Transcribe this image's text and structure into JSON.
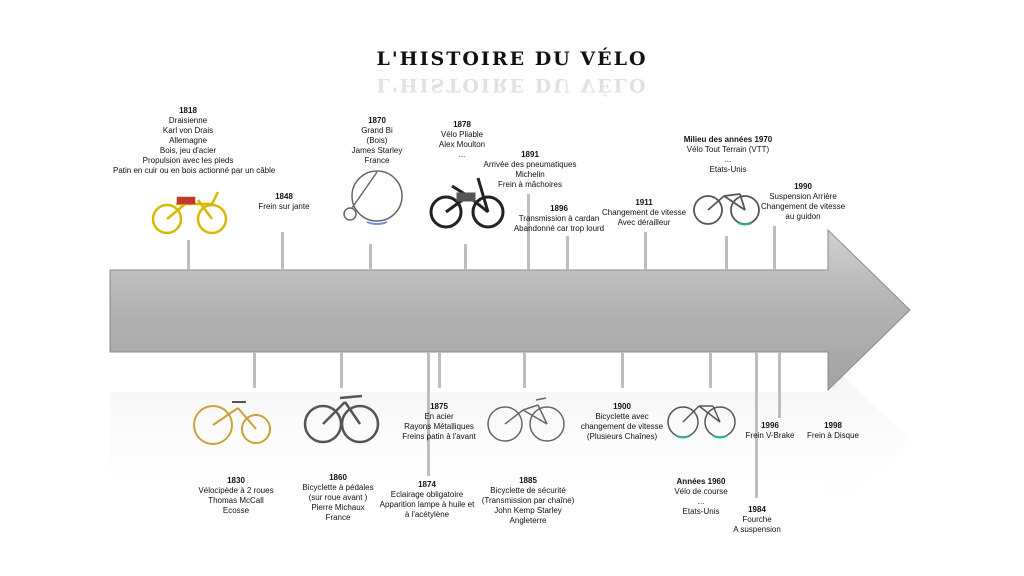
{
  "title": "L'HISTOIRE DU VÉLO",
  "colors": {
    "arrow": "#b4b4b4",
    "arrow_edge": "#8a8a8a",
    "tick": "#bdbdbd"
  },
  "events_top": [
    {
      "id": "e1818",
      "year": "1818",
      "lines": [
        "Draisienne",
        "Karl von Drais",
        "Allemagne",
        "Bois, jeu d'acier",
        "Propulsion avec les pieds",
        "Patin en cuir ou en bois actionné par un câble"
      ]
    },
    {
      "id": "e1848",
      "year": "1848",
      "lines": [
        "Frein sur jante"
      ]
    },
    {
      "id": "e1870",
      "year": "1870",
      "lines": [
        "Grand Bi",
        "(Bois)",
        "James Starley",
        "France"
      ]
    },
    {
      "id": "e1878",
      "year": "1878",
      "lines": [
        "Vélo Pliable",
        "Alex Moulton",
        "..."
      ]
    },
    {
      "id": "e1891",
      "year": "1891",
      "lines": [
        "Arrivée des pneumatiques",
        "Michelin",
        "Frein à mâchoires"
      ]
    },
    {
      "id": "e1896",
      "year": "1896",
      "lines": [
        "Transmission à cardan",
        "Abandonné car trop lourd"
      ]
    },
    {
      "id": "e1911",
      "year": "1911",
      "lines": [
        "Changement de vitesse",
        "Avec dérailleur"
      ]
    },
    {
      "id": "e1970",
      "year": "Milieu des années 1970",
      "lines": [
        "Vélo Tout Terrain (VTT)",
        "...",
        "Etats-Unis"
      ]
    },
    {
      "id": "e1990",
      "year": "1990",
      "lines": [
        "Suspension Arrière",
        "Changement de vitesse",
        "au guidon"
      ]
    }
  ],
  "events_bottom": [
    {
      "id": "e1830",
      "year": "1830",
      "lines": [
        "Vélocipède à 2 roues",
        "Thomas McCall",
        "Ecosse"
      ]
    },
    {
      "id": "e1860",
      "year": "1860",
      "lines": [
        "Bicyclette à pédales",
        "(sur roue avant )",
        "Pierre Michaux",
        "France"
      ]
    },
    {
      "id": "e1874",
      "year": "1874",
      "lines": [
        "Eclairage obligatoire",
        "Apparition lampe à huile et",
        "à l'acétylène"
      ]
    },
    {
      "id": "e1875",
      "year": "1875",
      "lines": [
        "En acier",
        "Rayons Métalliques",
        "Freins patin à l'avant"
      ]
    },
    {
      "id": "e1885",
      "year": "1885",
      "lines": [
        "Bicyclette de sécurité",
        "(Transmission par chaîne)",
        "John Kemp Starley",
        "Angleterre"
      ]
    },
    {
      "id": "e1900",
      "year": "1900",
      "lines": [
        "Bicyclette avec",
        "changement de vitesse",
        "(Plusieurs Chaînes)"
      ]
    },
    {
      "id": "e1960",
      "year": "Années 1960",
      "lines": [
        "Vélo de course",
        "...",
        "Etats-Unis"
      ]
    },
    {
      "id": "e1984",
      "year": "1984",
      "lines": [
        "Fourche",
        "A suspension"
      ]
    },
    {
      "id": "e1996",
      "year": "1996",
      "lines": [
        "Frein V-Brake"
      ]
    },
    {
      "id": "e1998",
      "year": "1998",
      "lines": [
        "Frein à Disque"
      ]
    }
  ]
}
